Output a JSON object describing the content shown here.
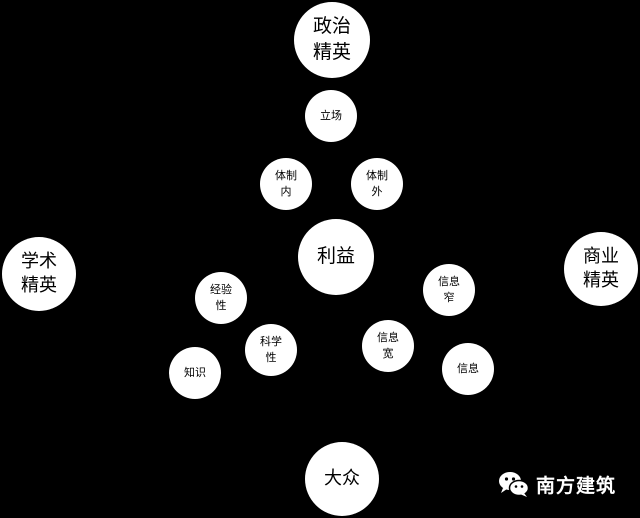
{
  "nodes": {
    "politics": "政治\n精英",
    "position": "立场",
    "inside": "体制\n内",
    "outside": "体制\n外",
    "interest": "利益",
    "academic": "学术\n精英",
    "business": "商业\n精英",
    "experience": "经验\n性",
    "info_narrow": "信息\n窄",
    "science": "科学\n性",
    "info_wide": "信息\n宽",
    "knowledge": "知识",
    "info": "信息",
    "public": "大众"
  },
  "watermark": {
    "text": "南方建筑",
    "icon": "wechat-icon"
  },
  "colors": {
    "background": "#000000",
    "node_fill": "#ffffff",
    "node_text": "#000000",
    "watermark_text": "#ffffff"
  }
}
